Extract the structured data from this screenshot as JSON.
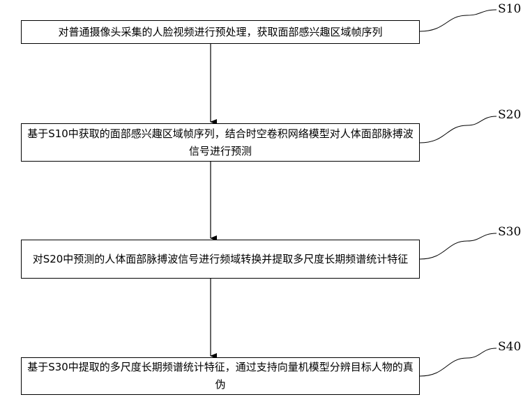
{
  "steps": [
    {
      "id": "S10",
      "text": "对普通摄像头采集的人脸视频进行预处理，获取面部感兴趣区域帧序列"
    },
    {
      "id": "S20",
      "text": "基于S10中获取的面部感兴趣区域帧序列，结合时空卷积网络模型对人体面部脉搏波信号进行预测"
    },
    {
      "id": "S30",
      "text": "对S20中预测的人体面部脉搏波信号进行频域转换并提取多尺度长期频谱统计特征"
    },
    {
      "id": "S40",
      "text": "基于S30中提取的多尺度长期频谱统计特征，通过支持向量机模型分辨目标人物的真伪"
    }
  ]
}
